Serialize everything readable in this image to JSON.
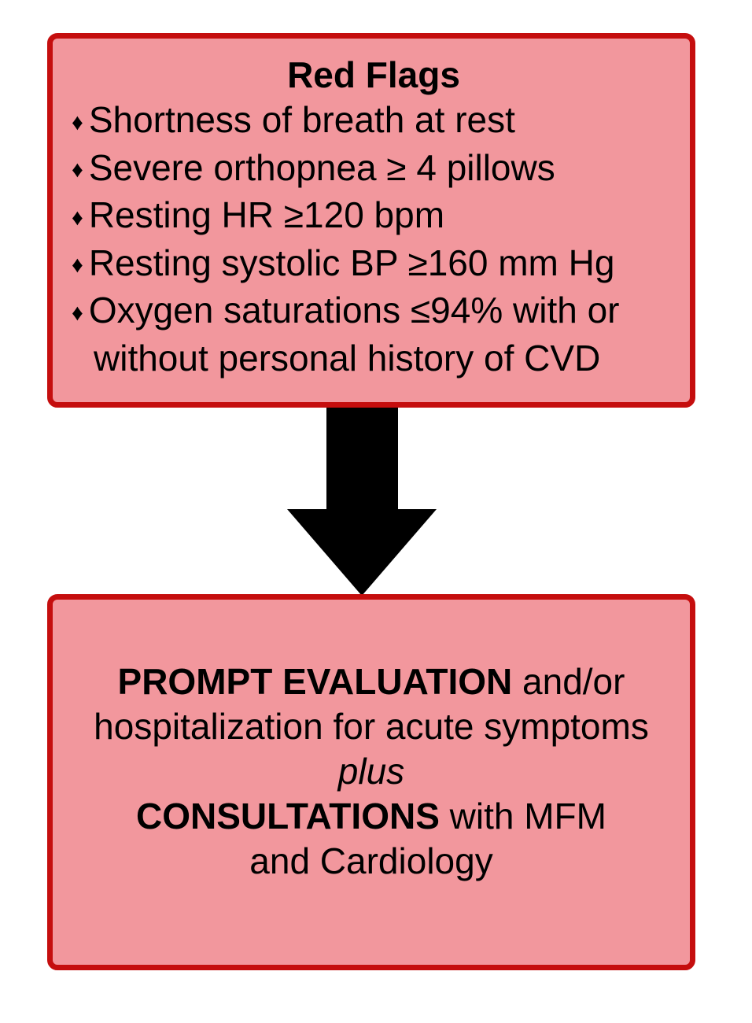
{
  "colors": {
    "background": "#FFFFFF",
    "box_fill": "#F2979D",
    "box_border": "#C50E0E",
    "arrow": "#000000",
    "text": "#000000"
  },
  "red_flags_box": {
    "title": "Red Flags",
    "bullet_glyph": "♦",
    "bullets": [
      "Shortness of breath at rest",
      "Severe orthopnea ≥ 4 pillows",
      "Resting HR ≥120 bpm",
      "Resting systolic BP ≥160 mm Hg",
      "Oxygen saturations ≤94% with or without personal history of CVD"
    ]
  },
  "flow_arrow": {
    "direction": "down"
  },
  "action_box": {
    "lines": [
      [
        {
          "text": "PROMPT EVALUATION",
          "style": "bold"
        },
        {
          "text": " and/or",
          "style": "normal"
        }
      ],
      [
        {
          "text": "hospitalization for acute symptoms",
          "style": "normal"
        }
      ],
      [
        {
          "text": "plus",
          "style": "italic"
        }
      ],
      [
        {
          "text": "CONSULTATIONS",
          "style": "bold"
        },
        {
          "text": " with MFM",
          "style": "normal"
        }
      ],
      [
        {
          "text": "and Cardiology",
          "style": "normal"
        }
      ]
    ]
  }
}
